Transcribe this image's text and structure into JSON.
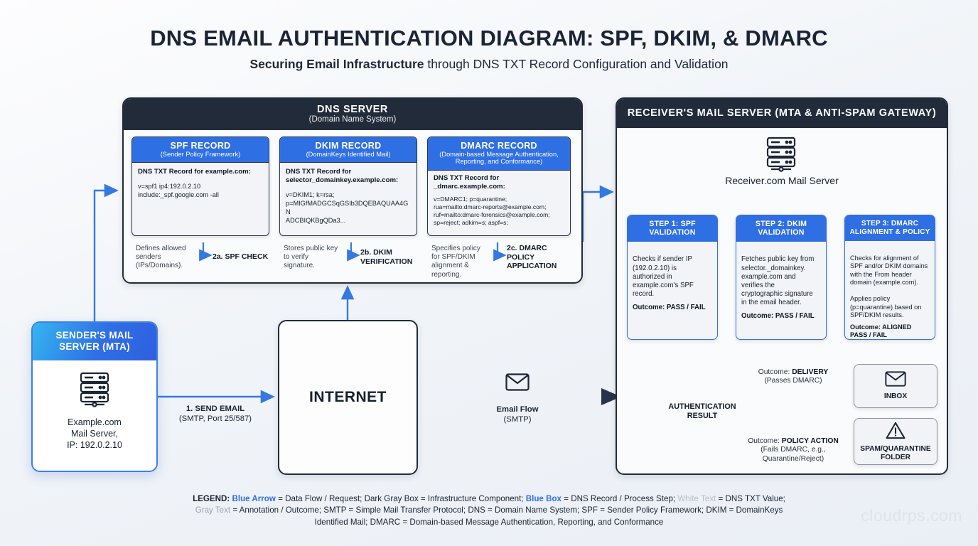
{
  "header": {
    "title": "DNS EMAIL AUTHENTICATION DIAGRAM: SPF, DKIM, & DMARC",
    "subtitle_bold": "Securing Email Infrastructure",
    "subtitle_rest": " through DNS TXT Record Configuration and Validation"
  },
  "dns_server": {
    "title": "DNS SERVER",
    "subtitle": "(Domain Name System)",
    "records": [
      {
        "title": "SPF RECORD",
        "subtitle": "(Sender Policy Framework)",
        "label": "DNS TXT Record for example.com:",
        "value": "v=spf1 ip4:192.0.2.10\ninclude:_spf.google.com -all",
        "annotation": "Defines allowed\nsenders\n(IPs/Domains).",
        "step_label": "2a. SPF CHECK"
      },
      {
        "title": "DKIM RECORD",
        "subtitle": "(DomainKeys Identified Mail)",
        "label": "DNS TXT Record for\nselector_domainkey.example.com:",
        "value": "v=DKIM1; k=rsa;\np=MIGfMADGCSqGSIb3DQEBAQUAA4GN\nADCBIQKBgQDa3...",
        "annotation": "Stores public key\nto verify\nsignature.",
        "step_label": "2b. DKIM\nVERIFICATION"
      },
      {
        "title": "DMARC RECORD",
        "subtitle": "(Domain-based Message Authentication,\nReporting, and Conformance)",
        "label": "DNS TXT Record for\n_dmarc.example.com:",
        "value": "v=DMARC1; p=quarantine;\nrua=mailto:dmarc-reports@example.com;\nruf=mailto:dmarc-forensics@example.com;\nsp=reject; adkim=s; aspf=s;",
        "annotation": "Specifies policy\nfor SPF/DKIM\nalignment &\nreporting.",
        "step_label": "2c. DMARC\nPOLICY\nAPPLICATION"
      }
    ]
  },
  "sender": {
    "title": "SENDER'S MAIL\nSERVER (MTA)",
    "caption": "Example.com\nMail Server,\nIP: 192.0.2.10"
  },
  "internet": {
    "label": "INTERNET"
  },
  "edges": {
    "send_email": {
      "line1": "1. SEND EMAIL",
      "line2": "(SMTP, Port 25/587)"
    },
    "email_flow": {
      "line1": "Email Flow",
      "line2": "(SMTP)"
    }
  },
  "receiver": {
    "title": "RECEIVER'S MAIL SERVER (MTA & ANTI-SPAM GATEWAY)",
    "server_caption": "Receiver.com Mail Server",
    "steps": [
      {
        "title": "STEP 1: SPF\nVALIDATION",
        "body": "Checks if sender IP\n(192.0.2.10) is\nauthorized in\nexample.com's SPF\nrecord.",
        "outcome": "Outcome: PASS / FAIL"
      },
      {
        "title": "STEP 2: DKIM\nVALIDATION",
        "body": "Fetches public key from\nselector._domainkey.\nexample.com and\nverifies the\ncryptographic signature\nin the email header.",
        "outcome": "Outcome: PASS / FAIL"
      },
      {
        "title": "STEP 3: DMARC\nALIGNMENT & POLICY",
        "body": "Checks for alignment of\nSPF and/or DKIM domains\nwith the From header\ndomain (example.com).\n\nApplies policy\n(p=quarantine) based on\nSPF/DKIM results.",
        "outcome": "Outcome: ALIGNED\nPASS / FAIL"
      }
    ],
    "decision": "AUTHENTICATION\nRESULT",
    "outcomes": [
      {
        "note_prefix": "Outcome: ",
        "note_bold": "DELIVERY",
        "note_sub": "(Passes DMARC)",
        "box_label": "INBOX",
        "icon": "envelope-icon"
      },
      {
        "note_prefix": "Outcome: ",
        "note_bold": "POLICY ACTION",
        "note_sub": "(Fails DMARC, e.g.,\nQuarantine/Reject)",
        "box_label": "SPAM/QUARANTINE\nFOLDER",
        "icon": "warning-triangle-icon"
      }
    ]
  },
  "legend": {
    "label": "LEGEND:",
    "blue_arrow": "Blue Arrow",
    "seg1": " = Data Flow / Request; Dark Gray Box = Infrastructure Component; ",
    "blue_box": "Blue Box",
    "seg2": " = DNS Record / Process Step; ",
    "white_text": "White Text",
    "seg3": " = DNS TXT Value;",
    "gray_text": "Gray Text",
    "seg4": " = Annotation / Outcome; SMTP = Simple Mail Transfer Protocol; DNS = Domain Name System; SPF = Sender Policy Framework; DKIM = DomainKeys",
    "seg5": "Identified Mail; DMARC = Domain-based Message Authentication, Reporting, and Conformance"
  },
  "watermark": "cloudrps.com",
  "colors": {
    "accent_blue": "#2f6fe4",
    "dark_panel": "#222b3a",
    "arrow_blue": "#3478e0",
    "flow_dark": "#27334a"
  }
}
